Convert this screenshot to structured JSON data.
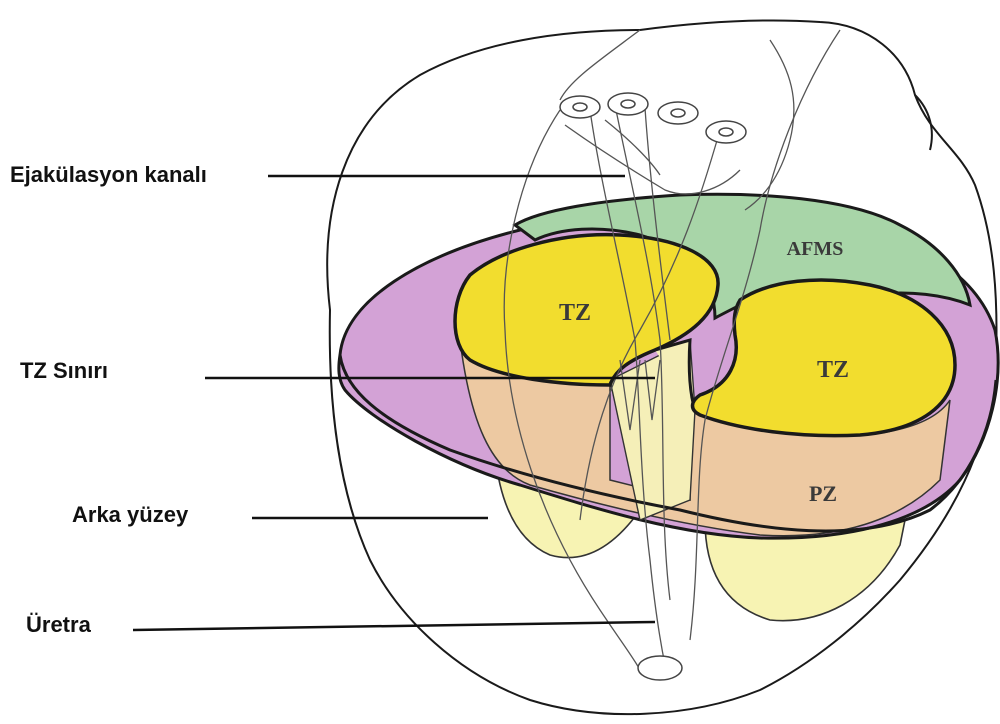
{
  "labels": {
    "ejaculatory_duct": "Ejakülasyon kanalı",
    "tz_border": "TZ Sınırı",
    "posterior_surface": "Arka yüzey",
    "urethra": "Üretra"
  },
  "zones": {
    "tz_left": "TZ",
    "tz_right": "TZ",
    "afms": "AFMS",
    "pz": "PZ"
  },
  "colors": {
    "transition_zone": "#f2dd2e",
    "transition_zone_lower": "#f7f3b3",
    "peripheral_zone": "#edc9a2",
    "anterior_fibromuscular_stroma": "#a8d5a8",
    "central_zone": "#d3a2d6",
    "outline": "#1a1a1a"
  }
}
